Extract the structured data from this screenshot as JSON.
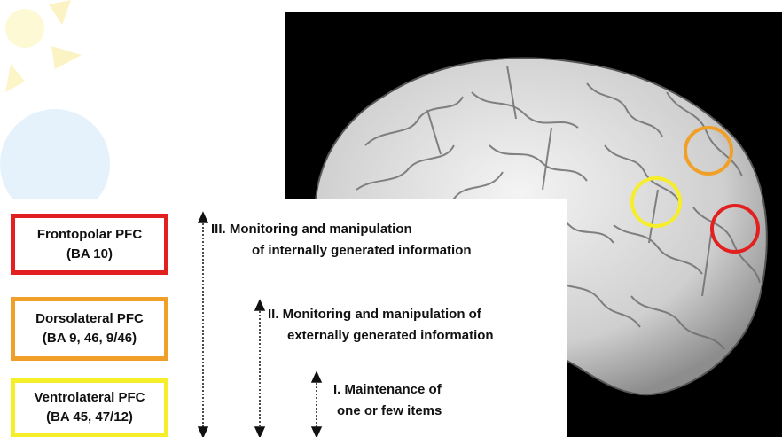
{
  "regions": [
    {
      "name_label": "Frontopolar PFC",
      "area_label": "(BA 10)",
      "color": "#e32020"
    },
    {
      "name_label": "Dorsolateral PFC",
      "area_label": "(BA 9, 46, 9/46)",
      "color": "#f0a028"
    },
    {
      "name_label": "Ventrolateral PFC",
      "area_label": "(BA 45, 47/12)",
      "color": "#f7ee2a"
    }
  ],
  "levels": [
    {
      "line1": "III. Monitoring and manipulation",
      "line2": "of internally generated information"
    },
    {
      "line1": "II. Monitoring and manipulation of",
      "line2": "externally generated information"
    },
    {
      "line1": "I. Maintenance of",
      "line2": "one or few items"
    }
  ],
  "brain_markers": [
    {
      "color": "#f0a028"
    },
    {
      "color": "#f7ee2a"
    },
    {
      "color": "#e32020"
    }
  ]
}
